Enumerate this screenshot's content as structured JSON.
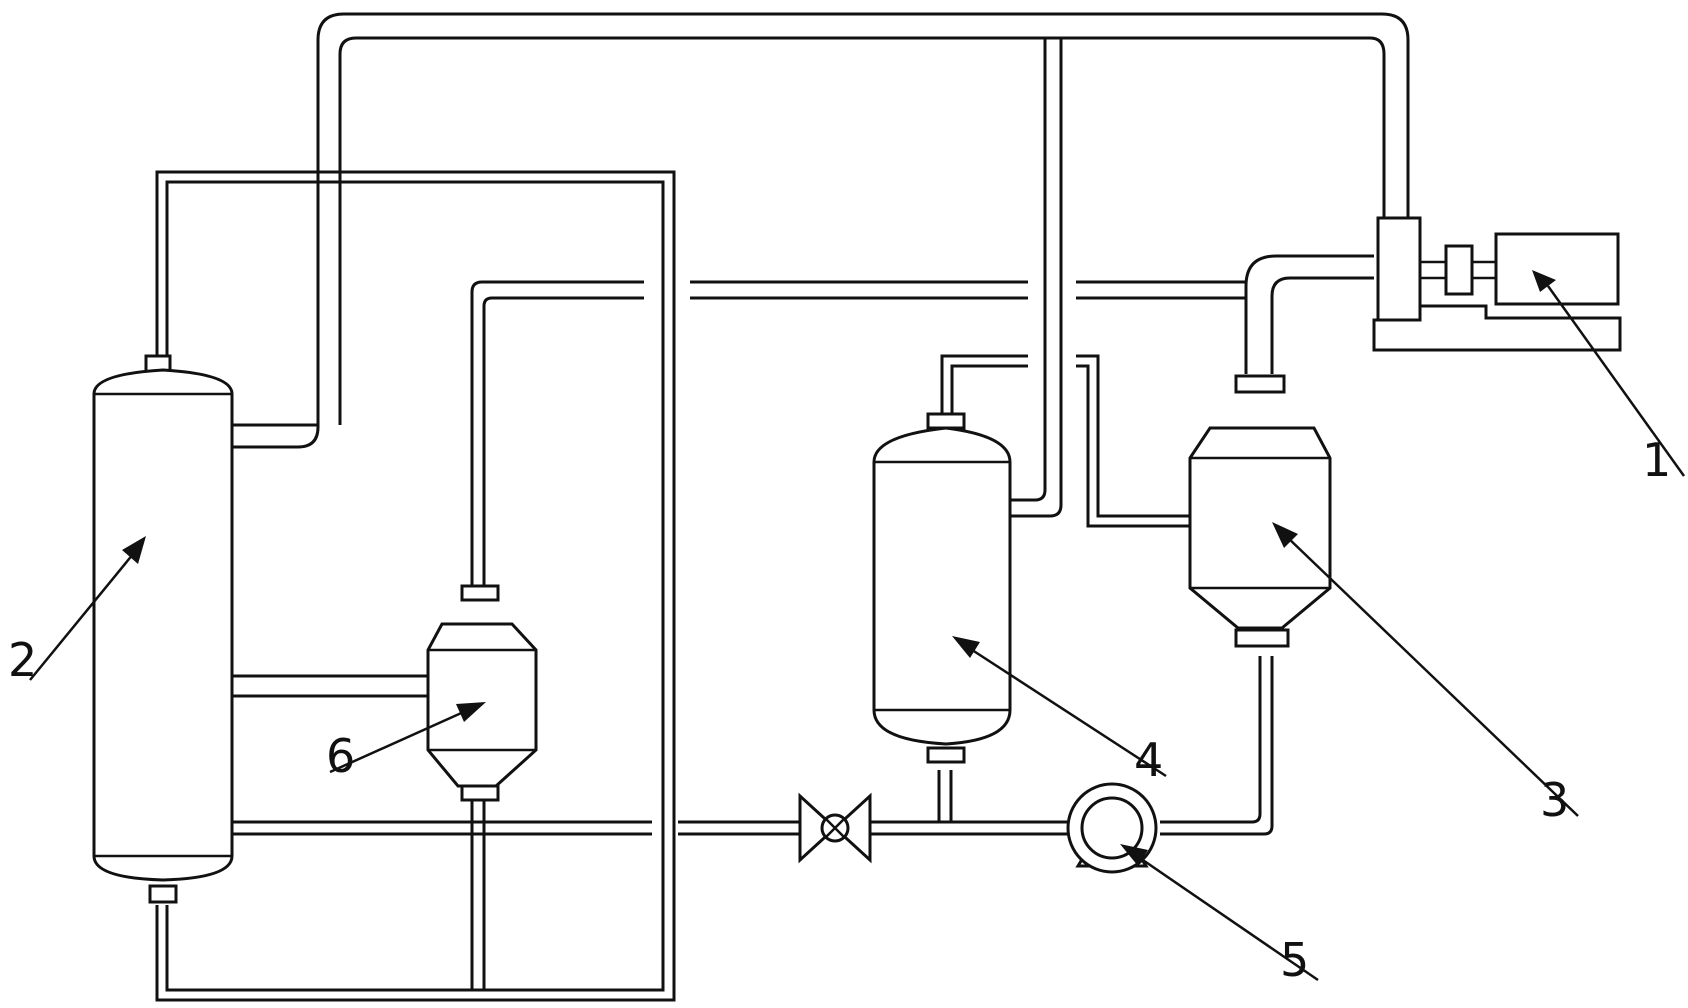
{
  "diagram": {
    "type": "process-flow-schematic",
    "callouts": [
      {
        "id": "1",
        "label": "1",
        "points_to": "motor-drive-unit"
      },
      {
        "id": "2",
        "label": "2",
        "points_to": "vertical-column-vessel"
      },
      {
        "id": "3",
        "label": "3",
        "points_to": "separator-vessel-right"
      },
      {
        "id": "4",
        "label": "4",
        "points_to": "tank-vessel-middle"
      },
      {
        "id": "5",
        "label": "5",
        "points_to": "pump"
      },
      {
        "id": "6",
        "label": "6",
        "points_to": "separator-vessel-left"
      }
    ],
    "components": [
      "compressor",
      "motor",
      "vessel-column",
      "separator",
      "tank",
      "pump",
      "valve"
    ]
  }
}
